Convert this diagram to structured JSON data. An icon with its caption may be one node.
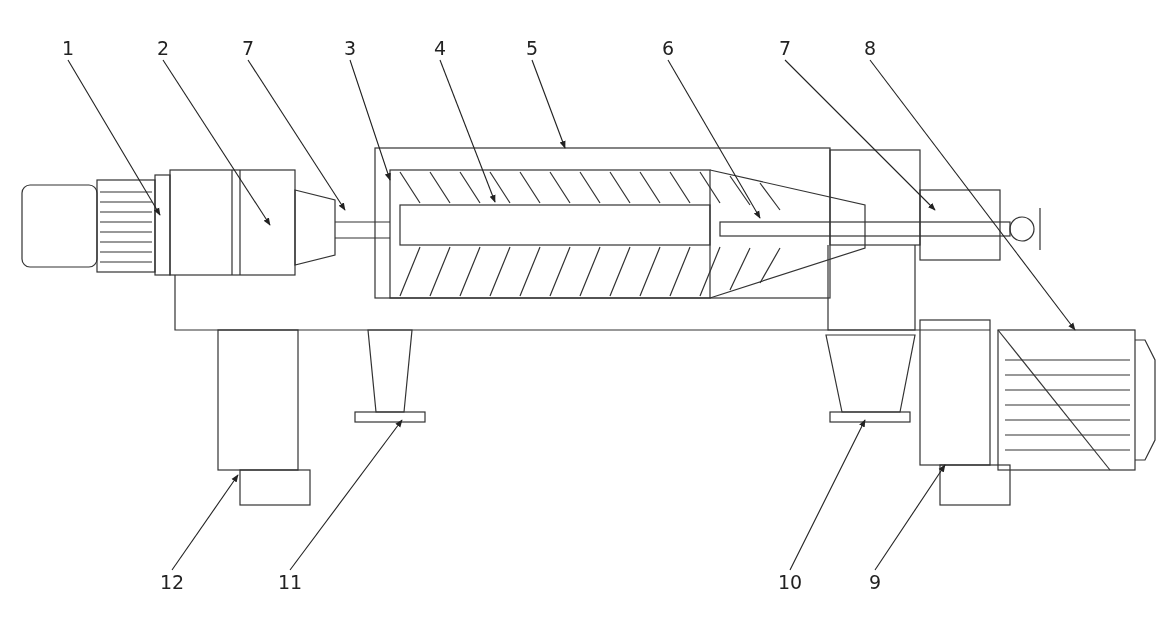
{
  "diagram": {
    "nodes": [
      {
        "text": [
          "1"
        ]
      },
      {
        "text": [
          "2"
        ]
      },
      {
        "text": [
          "7"
        ]
      },
      {
        "text": [
          "3"
        ]
      },
      {
        "text": [
          "4"
        ]
      },
      {
        "text": [
          "5"
        ]
      },
      {
        "text": [
          "6"
        ]
      },
      {
        "text": [
          "7"
        ]
      },
      {
        "text": [
          "8"
        ]
      },
      {
        "text": [
          "12"
        ]
      },
      {
        "text": [
          "11"
        ]
      },
      {
        "text": [
          "10"
        ]
      },
      {
        "text": [
          "9"
        ]
      }
    ],
    "edges": [
      {
        "from": 0,
        "to": null,
        "arrow": "to"
      },
      {
        "from": 1,
        "to": null,
        "arrow": "to"
      },
      {
        "from": 2,
        "to": null,
        "arrow": "to"
      },
      {
        "from": 3,
        "to": null,
        "arrow": "to"
      },
      {
        "from": 4,
        "to": null,
        "arrow": "to"
      },
      {
        "from": 5,
        "to": null,
        "arrow": "to"
      },
      {
        "from": 6,
        "to": null,
        "arrow": "to"
      },
      {
        "from": 7,
        "to": null,
        "arrow": "to"
      },
      {
        "from": 8,
        "to": null,
        "arrow": "to"
      },
      {
        "from": 9,
        "to": null,
        "arrow": "to"
      },
      {
        "from": 10,
        "to": null,
        "arrow": "to"
      },
      {
        "from": 11,
        "to": null,
        "arrow": "to"
      },
      {
        "from": 12,
        "to": null,
        "arrow": "to"
      }
    ]
  }
}
